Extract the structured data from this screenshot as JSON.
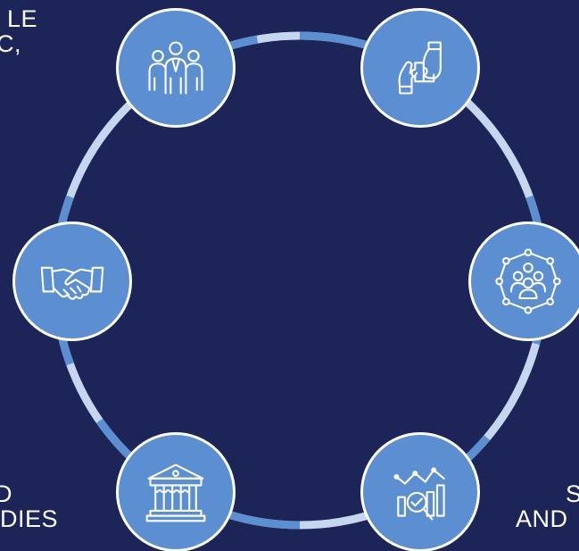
{
  "colors": {
    "background": "#1c2458",
    "ring_dark": "#5b8fd1",
    "ring_light": "#c5d6ee",
    "node_fill": "#5b8fd1",
    "node_border": "#ffffff",
    "icon_stroke": "#ffffff",
    "text": "#ffffff"
  },
  "nodes": [
    {
      "icon": "team-people-icon"
    },
    {
      "icon": "hands-puzzle-icon"
    },
    {
      "icon": "network-community-icon"
    },
    {
      "icon": "analytics-magnifier-icon"
    },
    {
      "icon": "government-building-icon"
    },
    {
      "icon": "handshake-icon"
    }
  ],
  "text_fragments": {
    "top_left_line1": "LE",
    "top_left_line2": "C,",
    "bottom_left_line1": "D",
    "bottom_left_line2": "DIES",
    "bottom_right_line1": "S",
    "bottom_right_line2": "AND"
  }
}
